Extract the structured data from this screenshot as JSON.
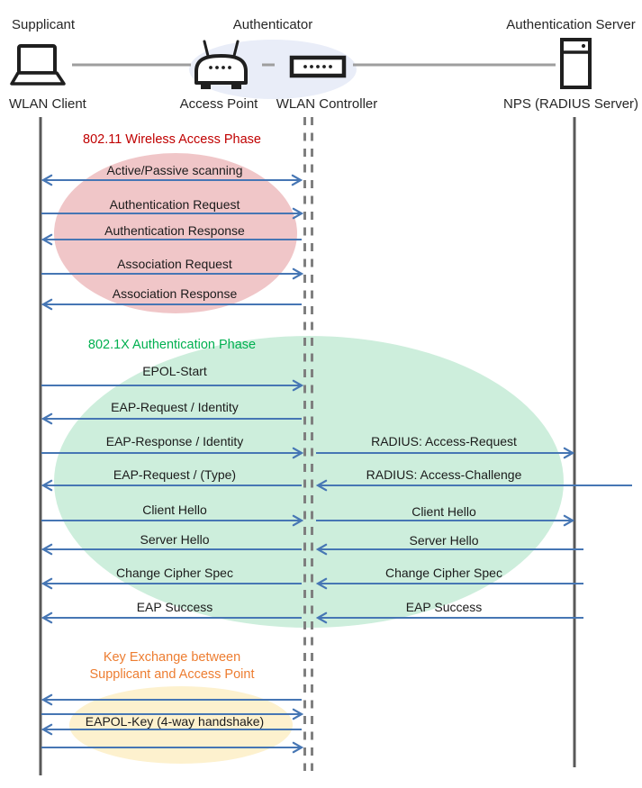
{
  "header": {
    "roles": [
      {
        "label": "Supplicant"
      },
      {
        "label": "Authenticator"
      },
      {
        "label": "Authentication Server"
      }
    ],
    "devices": [
      {
        "label": "WLAN Client",
        "icon": "laptop-icon"
      },
      {
        "label": "Access Point",
        "icon": "access-point-icon"
      },
      {
        "label": "WLAN Controller",
        "icon": "wlan-controller-icon"
      },
      {
        "label": "NPS (RADIUS Server)",
        "icon": "server-icon"
      }
    ]
  },
  "colors": {
    "arrow_blue": "#4676B4",
    "lifeline_gray": "#595959",
    "dashed_lifeline_gray": "#7f7f7f",
    "phase1_title": "#C00000",
    "phase1_fill": "#F0C6C8",
    "phase2_title": "#00B050",
    "phase2_fill": "#CDEEDC",
    "phase3_title": "#ED7D31",
    "phase3_fill": "#FDF1CE",
    "authenticator_group_fill": "#E9EDF8"
  },
  "phase1": {
    "title": "802.11 Wireless Access Phase",
    "messages": [
      {
        "text": "Active/Passive scanning",
        "direction": "both",
        "segment": "client-controller"
      },
      {
        "text": "Authentication Request",
        "direction": "right",
        "segment": "client-controller"
      },
      {
        "text": "Authentication Response",
        "direction": "left",
        "segment": "client-controller"
      },
      {
        "text": "Association Request",
        "direction": "right",
        "segment": "client-controller"
      },
      {
        "text": "Association Response",
        "direction": "left",
        "segment": "client-controller"
      }
    ]
  },
  "phase2": {
    "title": "802.1X Authentication Phase",
    "messages": [
      {
        "text": "EPOL-Start",
        "direction": "right",
        "segment": "client-controller"
      },
      {
        "text": "EAP-Request / Identity",
        "direction": "left",
        "segment": "client-controller"
      },
      {
        "text": "EAP-Response / Identity",
        "direction": "right",
        "segment": "client-controller"
      },
      {
        "text": "RADIUS: Access-Request",
        "direction": "right",
        "segment": "controller-server"
      },
      {
        "text": "EAP-Request / (Type)",
        "direction": "left",
        "segment": "client-controller"
      },
      {
        "text": "RADIUS: Access-Challenge",
        "direction": "left",
        "segment": "controller-server"
      },
      {
        "text": "Client Hello",
        "direction": "right",
        "segment": "client-controller"
      },
      {
        "text": "Client Hello",
        "direction": "right",
        "segment": "controller-server"
      },
      {
        "text": "Server Hello",
        "direction": "left",
        "segment": "client-controller"
      },
      {
        "text": "Server Hello",
        "direction": "left",
        "segment": "controller-server"
      },
      {
        "text": "Change Cipher Spec",
        "direction": "left",
        "segment": "client-controller"
      },
      {
        "text": "Change Cipher Spec",
        "direction": "left",
        "segment": "controller-server"
      },
      {
        "text": "EAP Success",
        "direction": "left",
        "segment": "client-controller"
      },
      {
        "text": "EAP Success",
        "direction": "left",
        "segment": "controller-server"
      }
    ]
  },
  "phase3": {
    "title_line1": "Key Exchange between",
    "title_line2": "Supplicant and Access Point",
    "messages": [
      {
        "text": "EAPOL-Key (4-way handshake)",
        "direction": "both",
        "segment": "client-controller"
      }
    ]
  }
}
